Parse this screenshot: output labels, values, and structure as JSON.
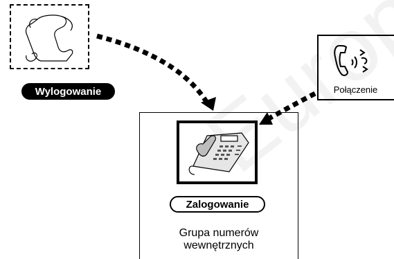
{
  "labels": {
    "logout": "Wylogowanie",
    "login": "Zalogowanie",
    "incoming_call": "Połączenie",
    "extension_group_line1": "Grupa numerów",
    "extension_group_line2": "wewnętrznych"
  },
  "watermark": "Europ"
}
